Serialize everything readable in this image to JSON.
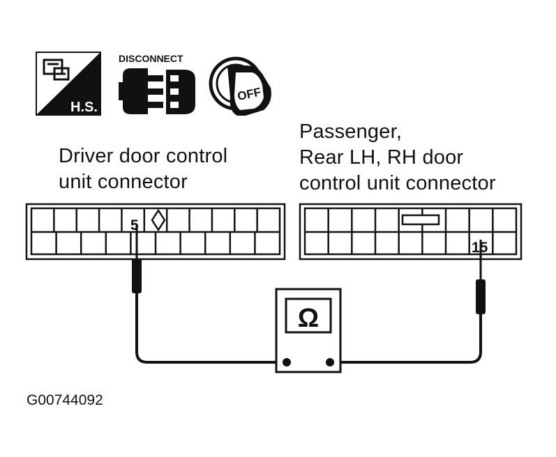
{
  "icons": {
    "hs_label": "H.S.",
    "disconnect_label": "DISCONNECT",
    "off_label": "OFF"
  },
  "driver_connector": {
    "label_lines": [
      "Driver door control",
      "unit connector"
    ],
    "pin_label": "5"
  },
  "passenger_connector": {
    "label_lines": [
      "Passenger,",
      "Rear LH, RH door",
      "control unit connector"
    ],
    "pin_label": "15"
  },
  "meter": {
    "symbol": "Ω"
  },
  "figure_id": "G00744092"
}
